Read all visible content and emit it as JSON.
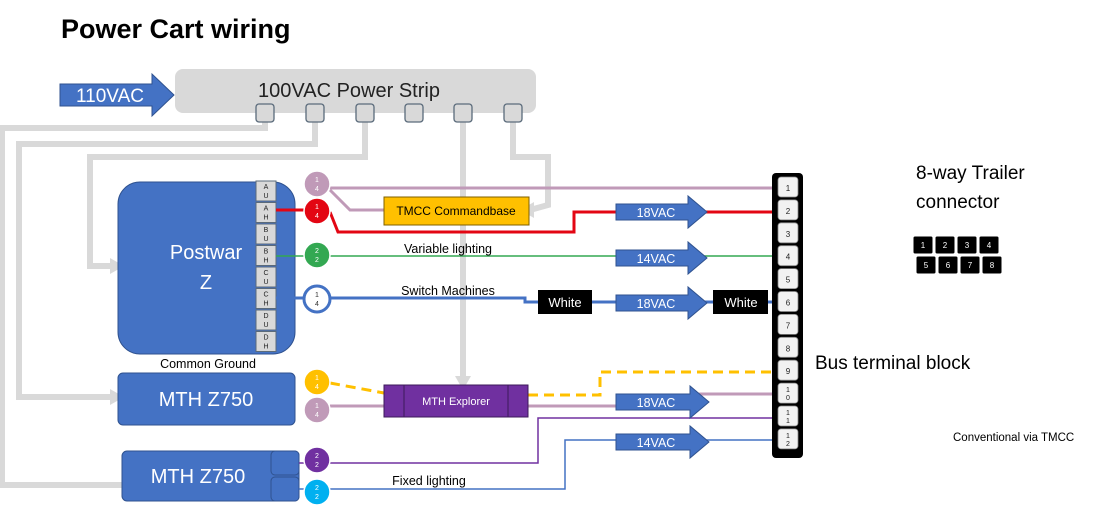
{
  "title": "Power Cart wiring",
  "input_arrow": "110VAC",
  "power_strip": "100VAC Power Strip",
  "postwar": {
    "line1": "Postwar",
    "line2": "Z",
    "terminals": [
      "A",
      "U",
      "A",
      "H",
      "B",
      "U",
      "B",
      "H",
      "C",
      "U",
      "C",
      "H",
      "D",
      "U",
      "D",
      "H"
    ]
  },
  "common_ground": "Common  Ground",
  "z750_a": "MTH Z750",
  "z750_b": "MTH Z750",
  "tmcc": "TMCC Commandbase",
  "explorer": "MTH Explorer",
  "wire_labels": {
    "variable": "Variable lighting",
    "switch": "Switch Machines",
    "fixed": "Fixed lighting"
  },
  "arrows": {
    "a1": "18VAC",
    "a2": "14VAC",
    "a3": "18VAC",
    "a4": "18VAC",
    "a5": "14VAC"
  },
  "white_box": "White",
  "circles": [
    {
      "top": "1",
      "bot": "4"
    },
    {
      "top": "1",
      "bot": "4"
    },
    {
      "top": "2",
      "bot": "2"
    },
    {
      "top": "1",
      "bot": "4"
    },
    {
      "top": "1",
      "bot": "4"
    },
    {
      "top": "1",
      "bot": "4"
    },
    {
      "top": "2",
      "bot": "2"
    },
    {
      "top": "2",
      "bot": "2"
    }
  ],
  "bus_terminals": [
    [
      "1"
    ],
    [
      "2"
    ],
    [
      "3"
    ],
    [
      "4"
    ],
    [
      "5"
    ],
    [
      "6"
    ],
    [
      "7"
    ],
    [
      "8"
    ],
    [
      "9"
    ],
    [
      "1",
      "0"
    ],
    [
      "1",
      "1"
    ],
    [
      "1",
      "2"
    ]
  ],
  "bus_label": "Bus terminal block",
  "trailer_label": [
    "8-way Trailer",
    "connector"
  ],
  "trailer_pins": [
    "1",
    "2",
    "3",
    "4",
    "5",
    "6",
    "7",
    "8"
  ],
  "conventional": "Conventional via TMCC",
  "colors": {
    "grey": "#d9d9d9",
    "blue": "#4472c4",
    "red": "#e30613",
    "green": "#33a852",
    "yellow": "#ffc000",
    "purple": "#7030a0",
    "mauve": "#c09ab8",
    "cyan": "#00b0f0"
  }
}
